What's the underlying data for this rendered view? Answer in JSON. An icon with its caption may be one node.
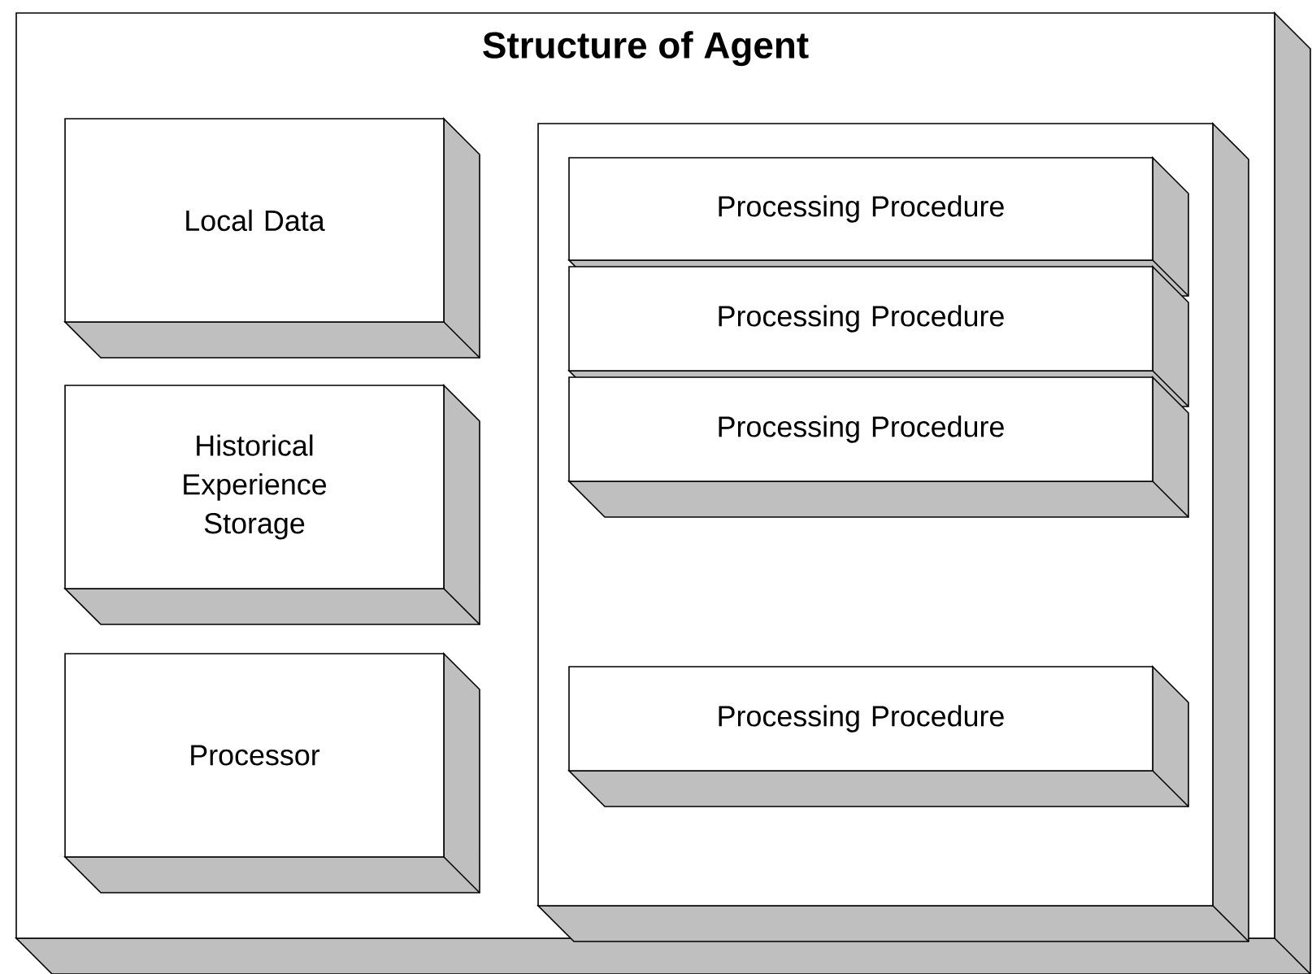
{
  "diagram": {
    "nodes": [
      {
        "text": [
          "Structure of Agent"
        ]
      },
      {
        "text": [
          "Local Data"
        ],
        "in": 0
      },
      {
        "text": [
          "Historical Experience Storage"
        ],
        "in": 0
      },
      {
        "text": [
          "Processor"
        ],
        "in": 0
      },
      {
        "text": [],
        "shape": "box",
        "in": 0
      },
      {
        "text": [
          "Processing Procedure"
        ],
        "in": 4
      },
      {
        "text": [
          "Processing Procedure"
        ],
        "in": 4
      },
      {
        "text": [
          "Processing Procedure"
        ],
        "in": 4
      },
      {
        "text": [
          "Processing Procedure"
        ],
        "in": 4
      }
    ]
  }
}
